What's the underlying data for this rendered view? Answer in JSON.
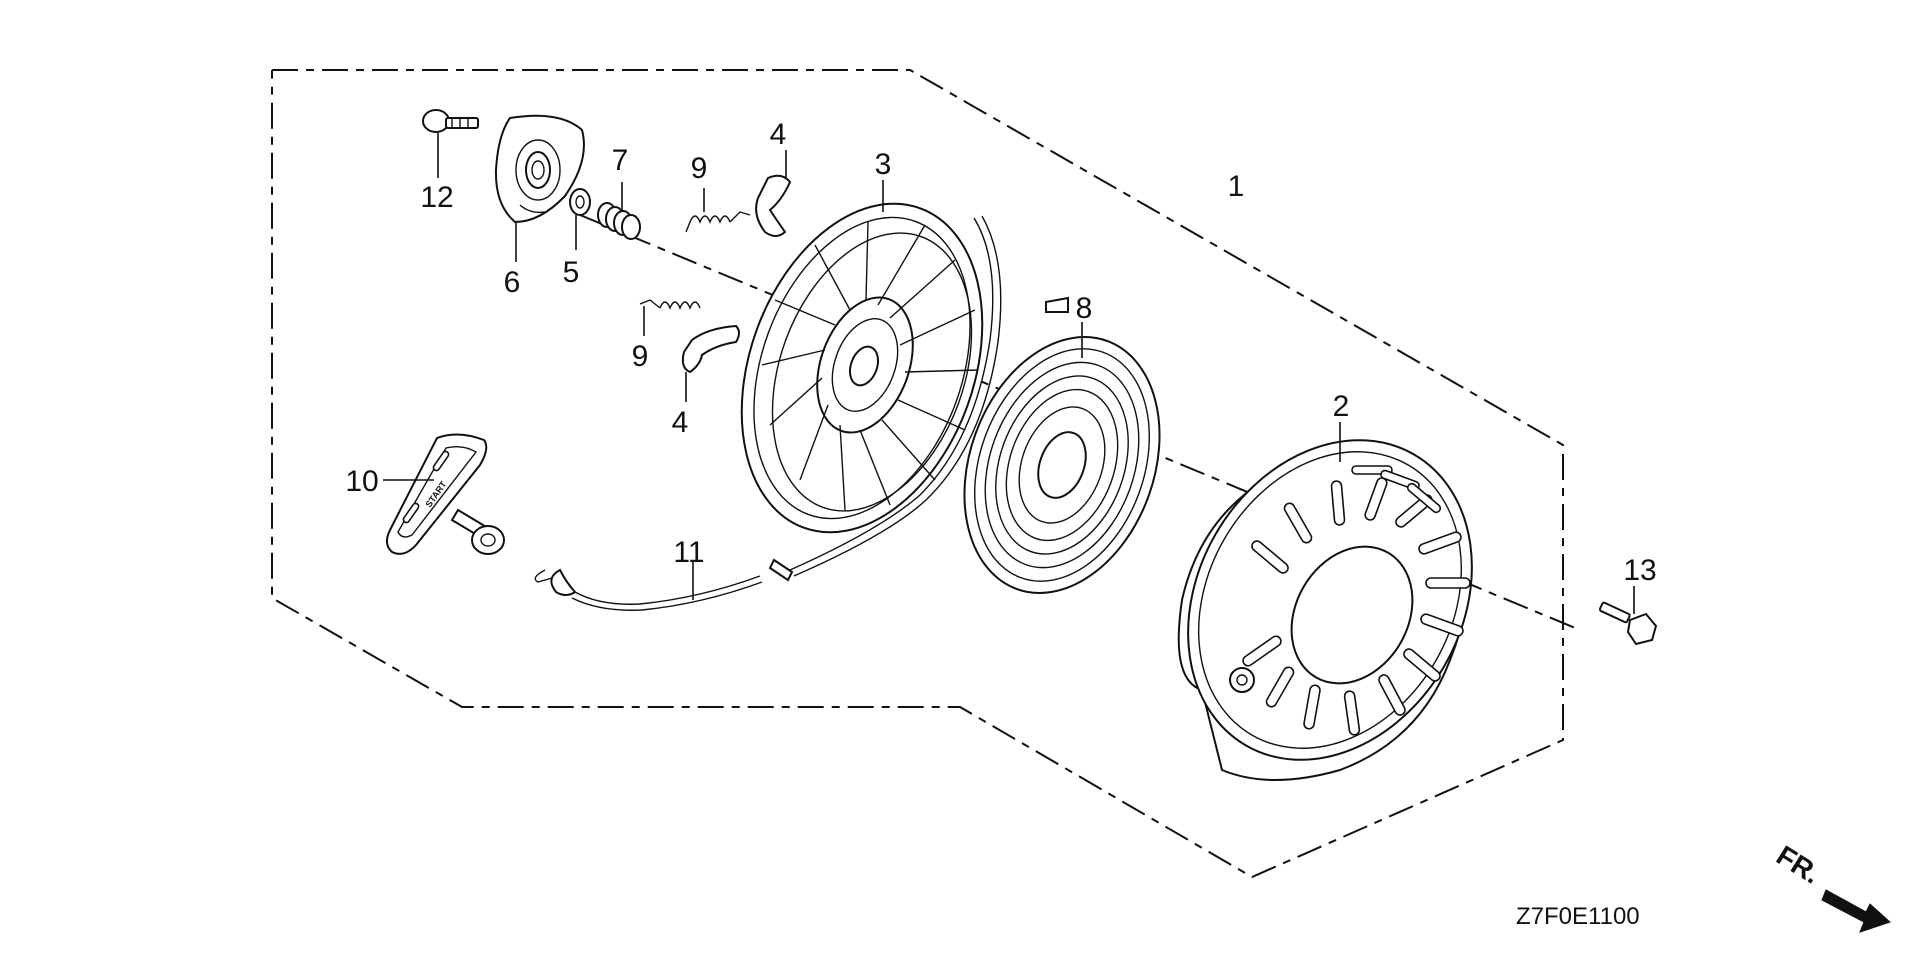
{
  "callouts": {
    "c1": "1",
    "c2": "2",
    "c3": "3",
    "c4a": "4",
    "c4b": "4",
    "c5": "5",
    "c6": "6",
    "c7": "7",
    "c8": "8",
    "c9a": "9",
    "c9b": "9",
    "c10": "10",
    "c11": "11",
    "c12": "12",
    "c13": "13"
  },
  "diagram_code": "Z7F0E1100",
  "direction_label": "FR.",
  "handle_text": "START"
}
